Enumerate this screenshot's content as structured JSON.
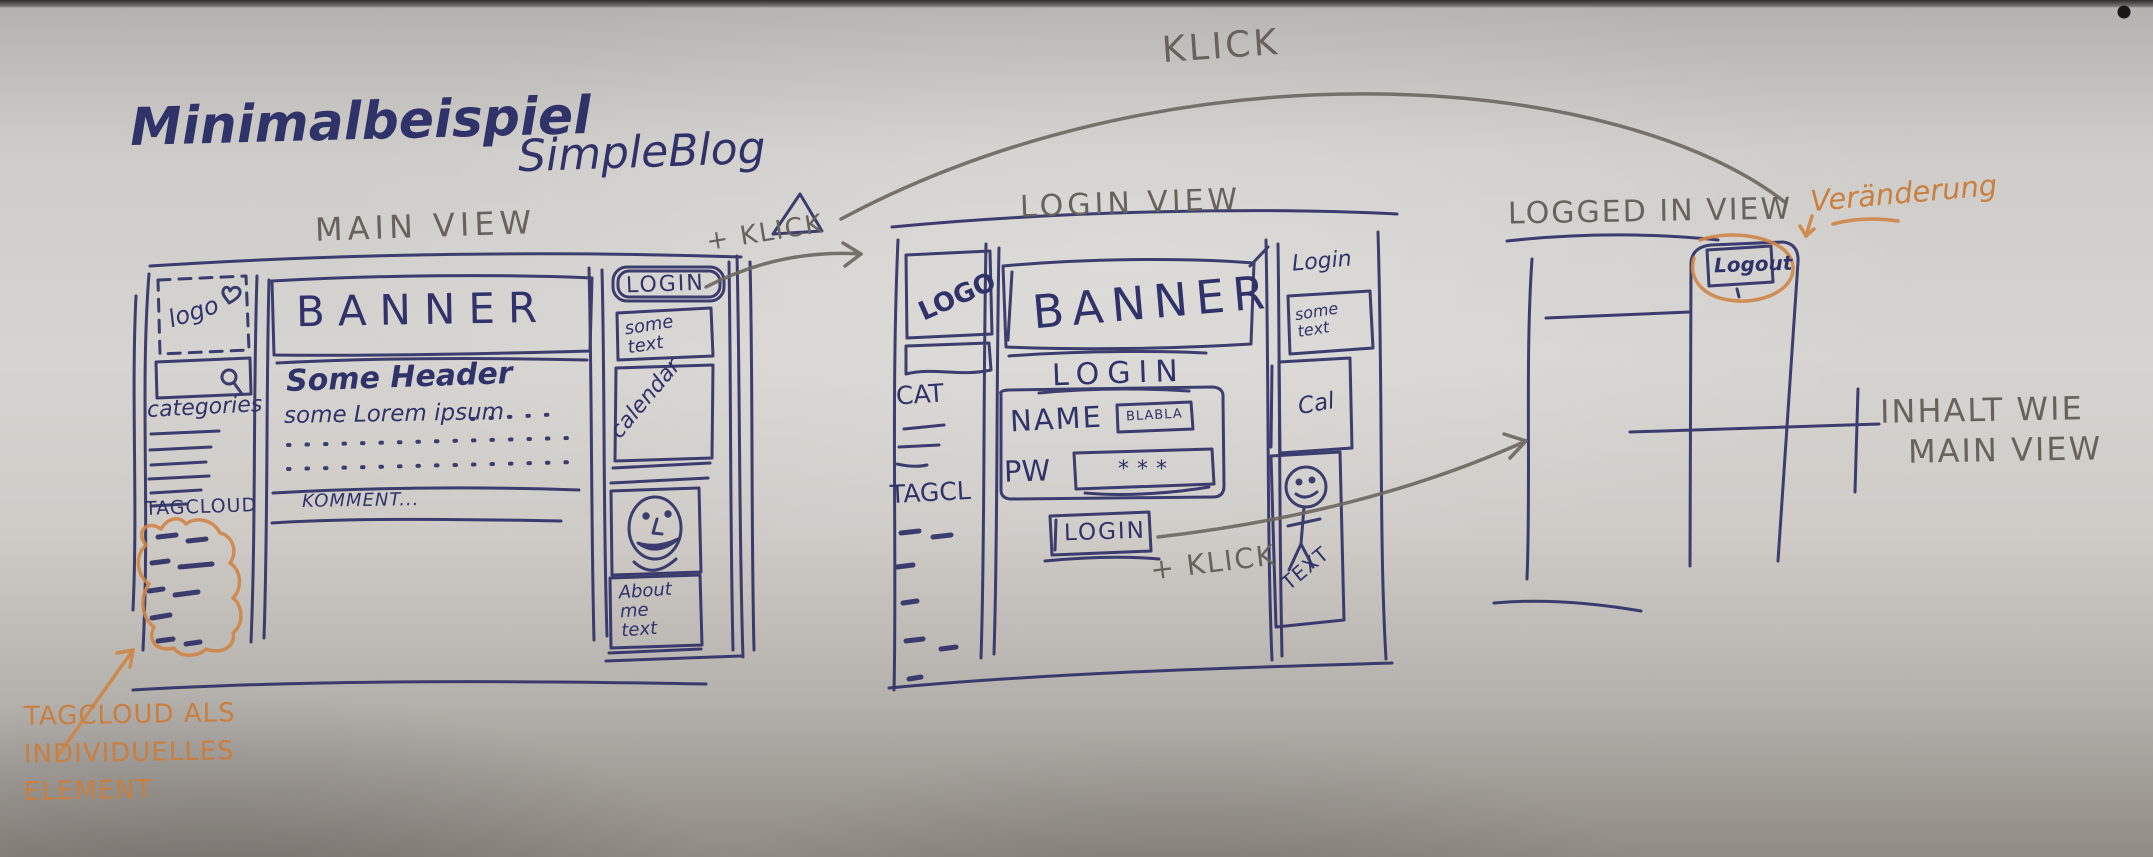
{
  "board": {
    "title": "Minimalbeispiel",
    "subtitle": "SimpleBlog"
  },
  "annotations": {
    "klick_top": "KLICK",
    "klick_main_to_login": "+ KLICK",
    "klick_login_to_loggedin": "+ KLICK",
    "veraenderung": "Veränderung",
    "inhalt_line1": "INHALT WIE",
    "inhalt_line2": "MAIN VIEW",
    "tagcloud_note_line1": "TAGCLOUD ALS",
    "tagcloud_note_line2": "INDIVIDUELLES",
    "tagcloud_note_line3": "ELEMENT"
  },
  "main_view": {
    "label": "MAIN VIEW",
    "sidebar": {
      "logo": "logo",
      "categories_label": "categories",
      "tagcloud_label": "TAGCLOUD"
    },
    "content": {
      "banner": "BANNER",
      "header": "Some Header",
      "body": "some Lorem ipsum",
      "comment": "KOMMENT..."
    },
    "widgets": {
      "login_button": "LOGIN",
      "some_text": "some text",
      "calendar": "calendar",
      "about": "About me text"
    }
  },
  "login_view": {
    "label": "LOGIN VIEW",
    "sidebar": {
      "logo": "LOGO",
      "categories_label": "CAT",
      "tagcloud_label": "TAGCL"
    },
    "content": {
      "banner": "BANNER",
      "heading": "LOGIN",
      "name_label": "NAME",
      "name_value": "blabla",
      "pw_label": "PW",
      "pw_value": "***",
      "login_button": "LOGIN"
    },
    "widgets": {
      "login_label": "Login",
      "some_text": "some text",
      "calendar": "Cal",
      "text_box": "TEXT"
    }
  },
  "logged_in_view": {
    "label": "LOGGED IN VIEW",
    "logout_button": "Logout"
  },
  "colors": {
    "ink": "#30326a",
    "marker": "#67635c",
    "orange": "#c97f40"
  }
}
